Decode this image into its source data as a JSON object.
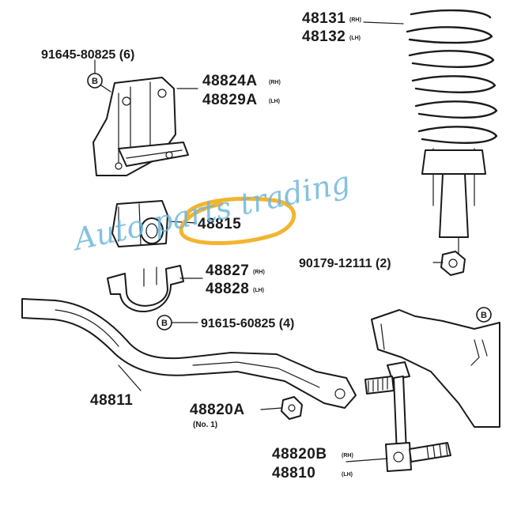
{
  "labels": {
    "p48131": {
      "num": "48131",
      "side": "(RH)"
    },
    "p48132": {
      "num": "48132",
      "side": "(LH)"
    },
    "p91645": {
      "text": "91645-80825 (6)"
    },
    "p48824a": {
      "num": "48824A",
      "side": "(RH)"
    },
    "p48829a": {
      "num": "48829A",
      "side": "(LH)"
    },
    "p48815": {
      "num": "48815"
    },
    "p48827": {
      "num": "48827",
      "side": "(RH)"
    },
    "p48828": {
      "num": "48828",
      "side": "(LH)"
    },
    "p90179": {
      "text": "90179-12111 (2)"
    },
    "p91615": {
      "text": "91615-60825 (4)"
    },
    "p48811": {
      "num": "48811"
    },
    "p48820a": {
      "num": "48820A",
      "note": "(No. 1)"
    },
    "p48820b": {
      "num": "48820B",
      "side": "(RH)"
    },
    "p48810": {
      "num": "48810",
      "side": "(LH)"
    }
  },
  "markers": {
    "bolt_symbol": "B"
  },
  "watermark": {
    "text": "Auto parts trading"
  },
  "highlight": {
    "color": "#f2b531"
  },
  "colors": {
    "watermark": "#6fb7dc",
    "line": "#1a1a1a"
  }
}
